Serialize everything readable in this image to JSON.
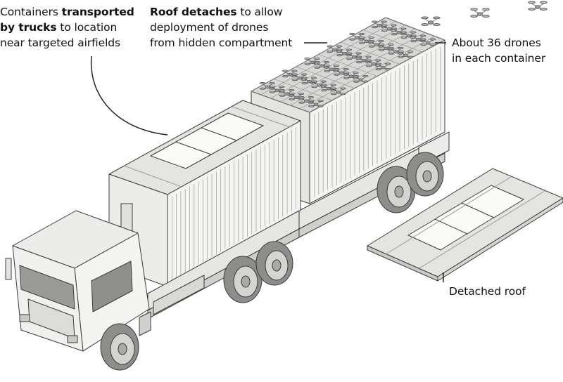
{
  "annotations": {
    "containers": {
      "line1_normal": "Containers ",
      "line1_bold": "transported",
      "line2_bold": "by trucks",
      "line2_normal": " to location",
      "line3": "near targeted airfields"
    },
    "roof": {
      "line1_bold": "Roof detaches",
      "line1_normal": " to allow",
      "line2": "deployment of drones",
      "line3": "from hidden compartment"
    },
    "drones": {
      "line1": "About 36 drones",
      "line2": "in each container"
    },
    "detached": {
      "line1": "Detached roof"
    }
  },
  "palette": {
    "stroke": "#3a3a3a",
    "panel_light": "#f4f4f2",
    "panel_mid": "#e2e2df",
    "panel_dark": "#bdbdbb",
    "glass": "#9a9a98"
  }
}
